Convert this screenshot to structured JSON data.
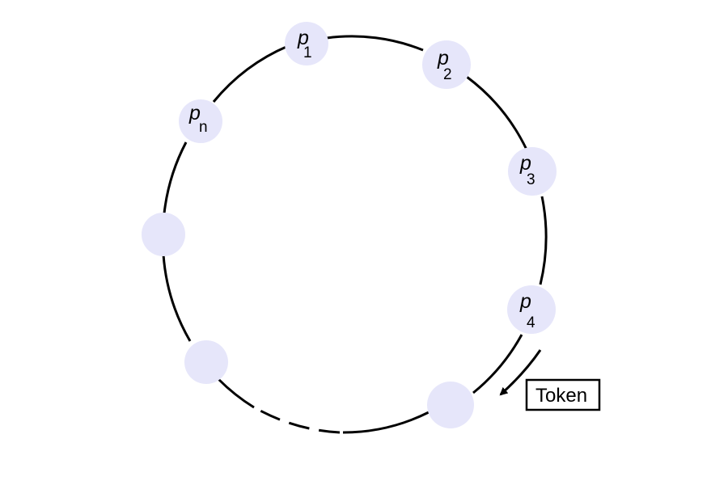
{
  "diagram": {
    "type": "token-ring",
    "nodes": [
      {
        "id": "p1",
        "label": "p",
        "subscript": "1"
      },
      {
        "id": "p2",
        "label": "p",
        "subscript": "2"
      },
      {
        "id": "p3",
        "label": "p",
        "subscript": "3"
      },
      {
        "id": "p4",
        "label": "p",
        "subscript": "4"
      },
      {
        "id": "unlabeled-bottom-right",
        "label": "",
        "subscript": ""
      },
      {
        "id": "unlabeled-bottom-left",
        "label": "",
        "subscript": ""
      },
      {
        "id": "unlabeled-left",
        "label": "",
        "subscript": ""
      },
      {
        "id": "pn",
        "label": "p",
        "subscript": "n"
      }
    ],
    "token": {
      "label": "Token",
      "direction": "clockwise"
    },
    "colors": {
      "node_fill": "#e6e6fa",
      "line": "#000000",
      "background": "#ffffff"
    }
  }
}
